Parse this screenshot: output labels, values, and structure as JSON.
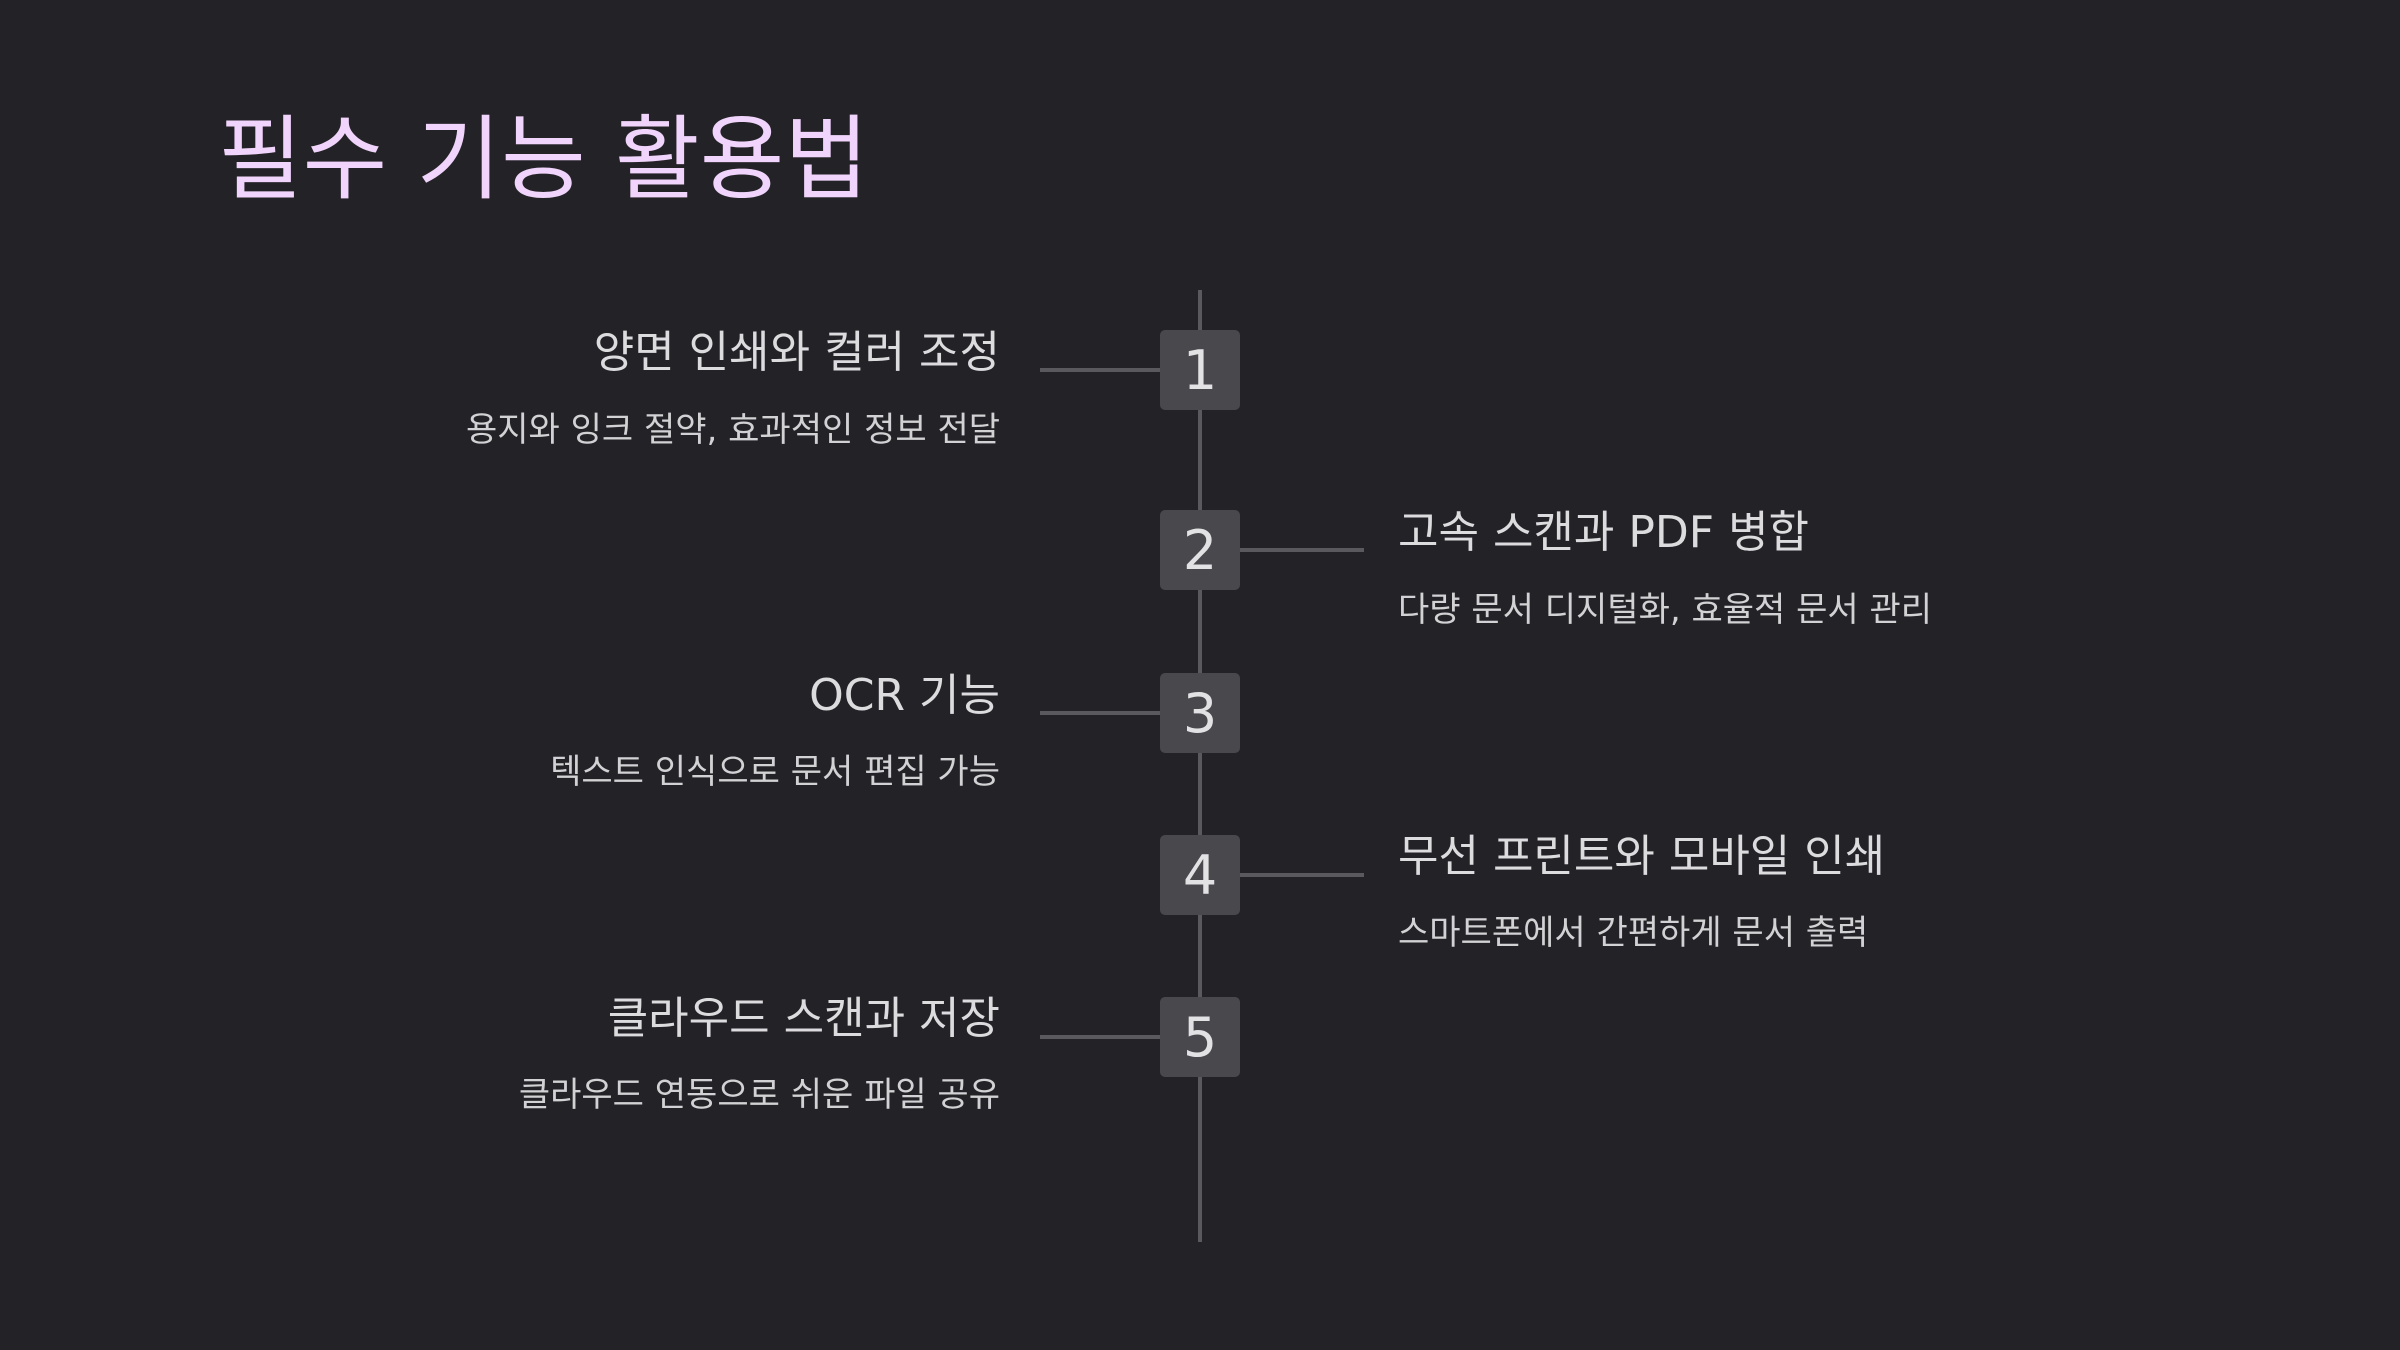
{
  "colors": {
    "background": "#232226",
    "title": "#f0d4fb",
    "text": "#dcdbde",
    "line": "#5a595d",
    "badge": "#49484c"
  },
  "title": "필수 기능 활용법",
  "items": [
    {
      "number": "1",
      "side": "left",
      "title": "양면 인쇄와 컬러 조정",
      "description": "용지와 잉크 절약, 효과적인 정보 전달"
    },
    {
      "number": "2",
      "side": "right",
      "title": "고속 스캔과 PDF 병합",
      "description": "다량 문서 디지털화, 효율적 문서 관리"
    },
    {
      "number": "3",
      "side": "left",
      "title": "OCR 기능",
      "description": "텍스트 인식으로 문서 편집 가능"
    },
    {
      "number": "4",
      "side": "right",
      "title": "무선 프린트와 모바일 인쇄",
      "description": "스마트폰에서 간편하게 문서 출력"
    },
    {
      "number": "5",
      "side": "left",
      "title": "클라우드 스캔과 저장",
      "description": "클라우드 연동으로 쉬운 파일 공유"
    }
  ]
}
